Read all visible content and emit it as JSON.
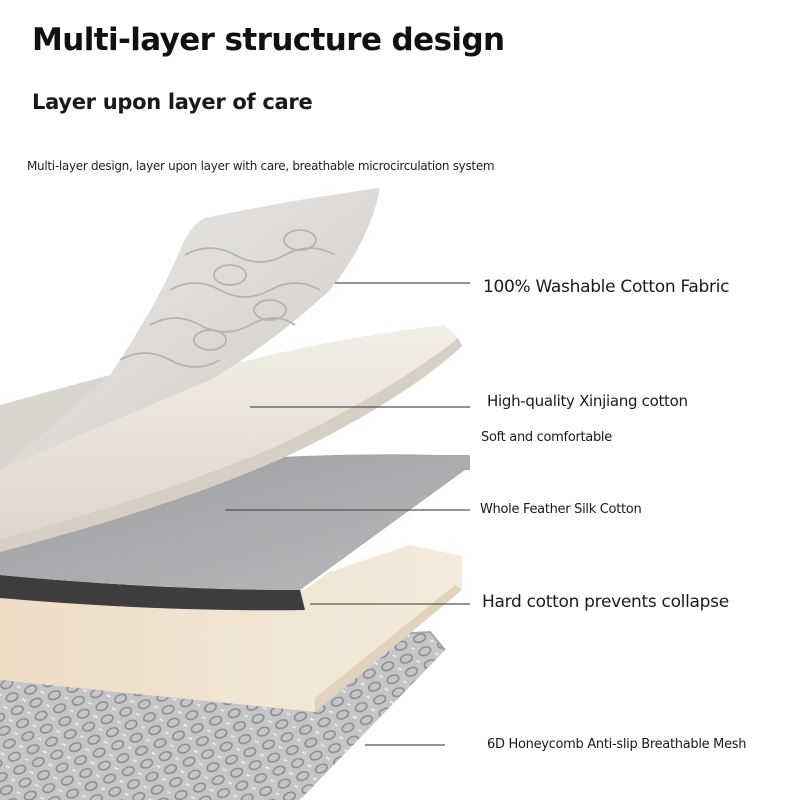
{
  "title": "Multi-layer structure design",
  "subtitle": "Layer upon layer of care",
  "description": "Multi-layer design, layer upon layer with care, breathable microcirculation system",
  "layers": [
    {
      "label": "100% Washable Cotton Fabric"
    },
    {
      "label": "High-quality Xinjiang cotton"
    },
    {
      "label": "Soft and comfortable"
    },
    {
      "label": "Whole Feather Silk Cotton"
    },
    {
      "label": "Hard cotton prevents collapse"
    },
    {
      "label": "6D Honeycomb Anti-slip Breathable Mesh"
    }
  ],
  "colors": {
    "quilted_fabric": "#e4e0da",
    "xinjiang_cotton": "#e9e4db",
    "silk_cotton": "#a9a9ac",
    "dark_core": "#3e3c3c",
    "hard_cotton": "#efe3d3",
    "mesh": "#bdbdc0"
  }
}
